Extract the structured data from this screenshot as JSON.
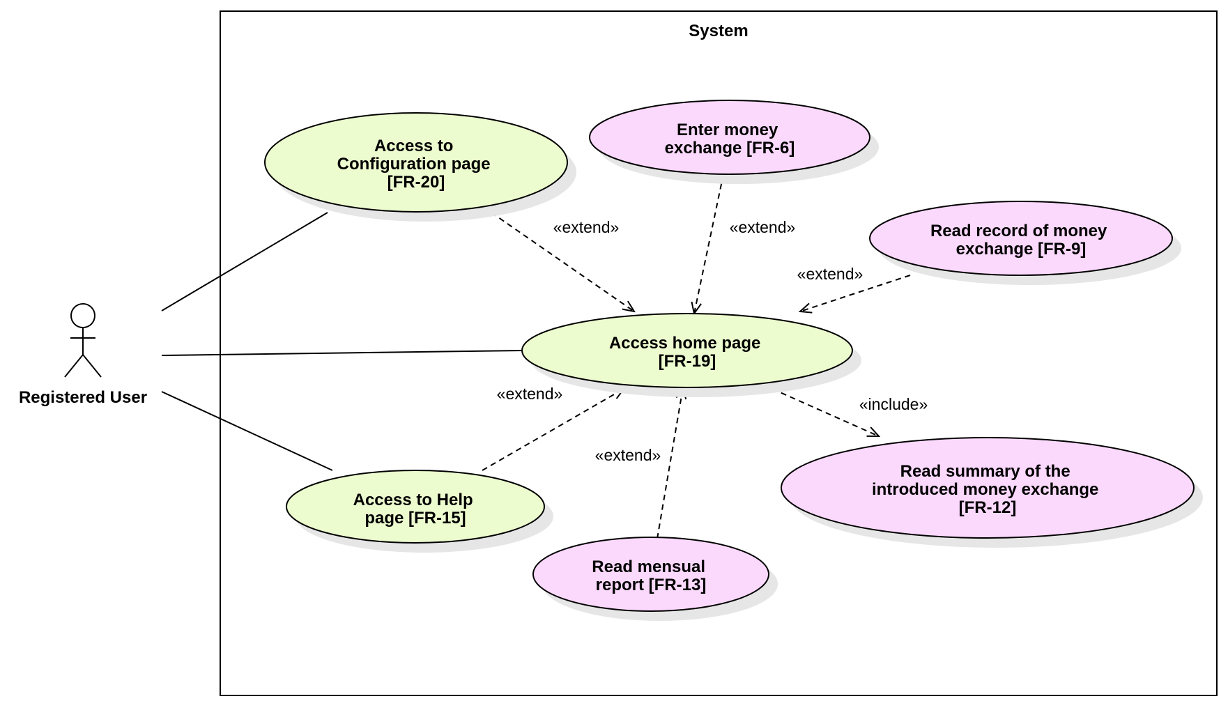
{
  "system": {
    "title": "System"
  },
  "actor": {
    "label": "Registered User",
    "icon": "stick-figure-icon"
  },
  "colors": {
    "green": "#edfccf",
    "pink": "#fbd9fc",
    "stroke": "#000000",
    "shadow": "#e6e6e6"
  },
  "use_cases": [
    {
      "id": "fr20",
      "lines": [
        "Access to",
        "Configuration page",
        "[FR-20]"
      ],
      "color": "green"
    },
    {
      "id": "fr6",
      "lines": [
        "Enter money",
        "exchange [FR-6]"
      ],
      "color": "pink"
    },
    {
      "id": "fr9",
      "lines": [
        "Read record of money",
        "exchange [FR-9]"
      ],
      "color": "pink"
    },
    {
      "id": "fr19",
      "lines": [
        "Access home page",
        "[FR-19]"
      ],
      "color": "green"
    },
    {
      "id": "fr15",
      "lines": [
        "Access to Help",
        "page [FR-15]"
      ],
      "color": "green"
    },
    {
      "id": "fr13",
      "lines": [
        "Read mensual",
        "report [FR-13]"
      ],
      "color": "pink"
    },
    {
      "id": "fr12",
      "lines": [
        "Read summary of the",
        "introduced money exchange",
        "[FR-12]"
      ],
      "color": "pink"
    }
  ],
  "relations": [
    {
      "from": "fr20",
      "to": "fr19",
      "label": "«extend»"
    },
    {
      "from": "fr6",
      "to": "fr19",
      "label": "«extend»"
    },
    {
      "from": "fr9",
      "to": "fr19",
      "label": "«extend»"
    },
    {
      "from": "fr15",
      "to": "fr19",
      "label": "«extend»"
    },
    {
      "from": "fr13",
      "to": "fr19",
      "label": "«extend»"
    },
    {
      "from": "fr19",
      "to": "fr12",
      "label": "«include»"
    }
  ],
  "associations": [
    {
      "from": "actor",
      "to": "fr20"
    },
    {
      "from": "actor",
      "to": "fr19"
    },
    {
      "from": "actor",
      "to": "fr15"
    }
  ]
}
